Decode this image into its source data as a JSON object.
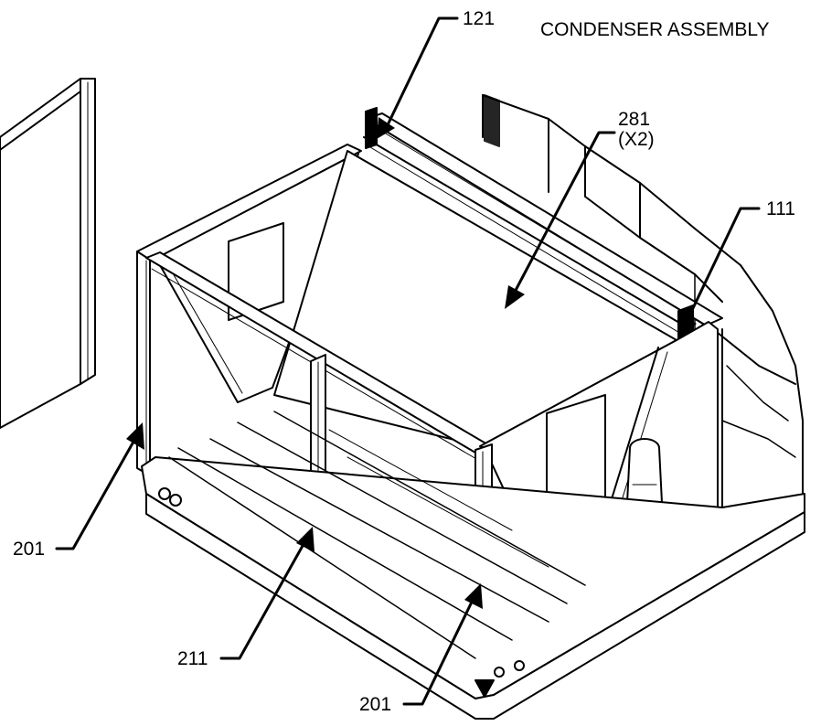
{
  "diagram": {
    "title": "CONDENSER ASSEMBLY",
    "callouts": [
      {
        "id": "121",
        "text": "121"
      },
      {
        "id": "281",
        "text": "281",
        "qty": "(X2)"
      },
      {
        "id": "111",
        "text": "111"
      },
      {
        "id": "201-left",
        "text": "201"
      },
      {
        "id": "211",
        "text": "211"
      },
      {
        "id": "201-bottom",
        "text": "201"
      }
    ]
  },
  "colors": {
    "line": "#000000",
    "background": "#ffffff"
  }
}
